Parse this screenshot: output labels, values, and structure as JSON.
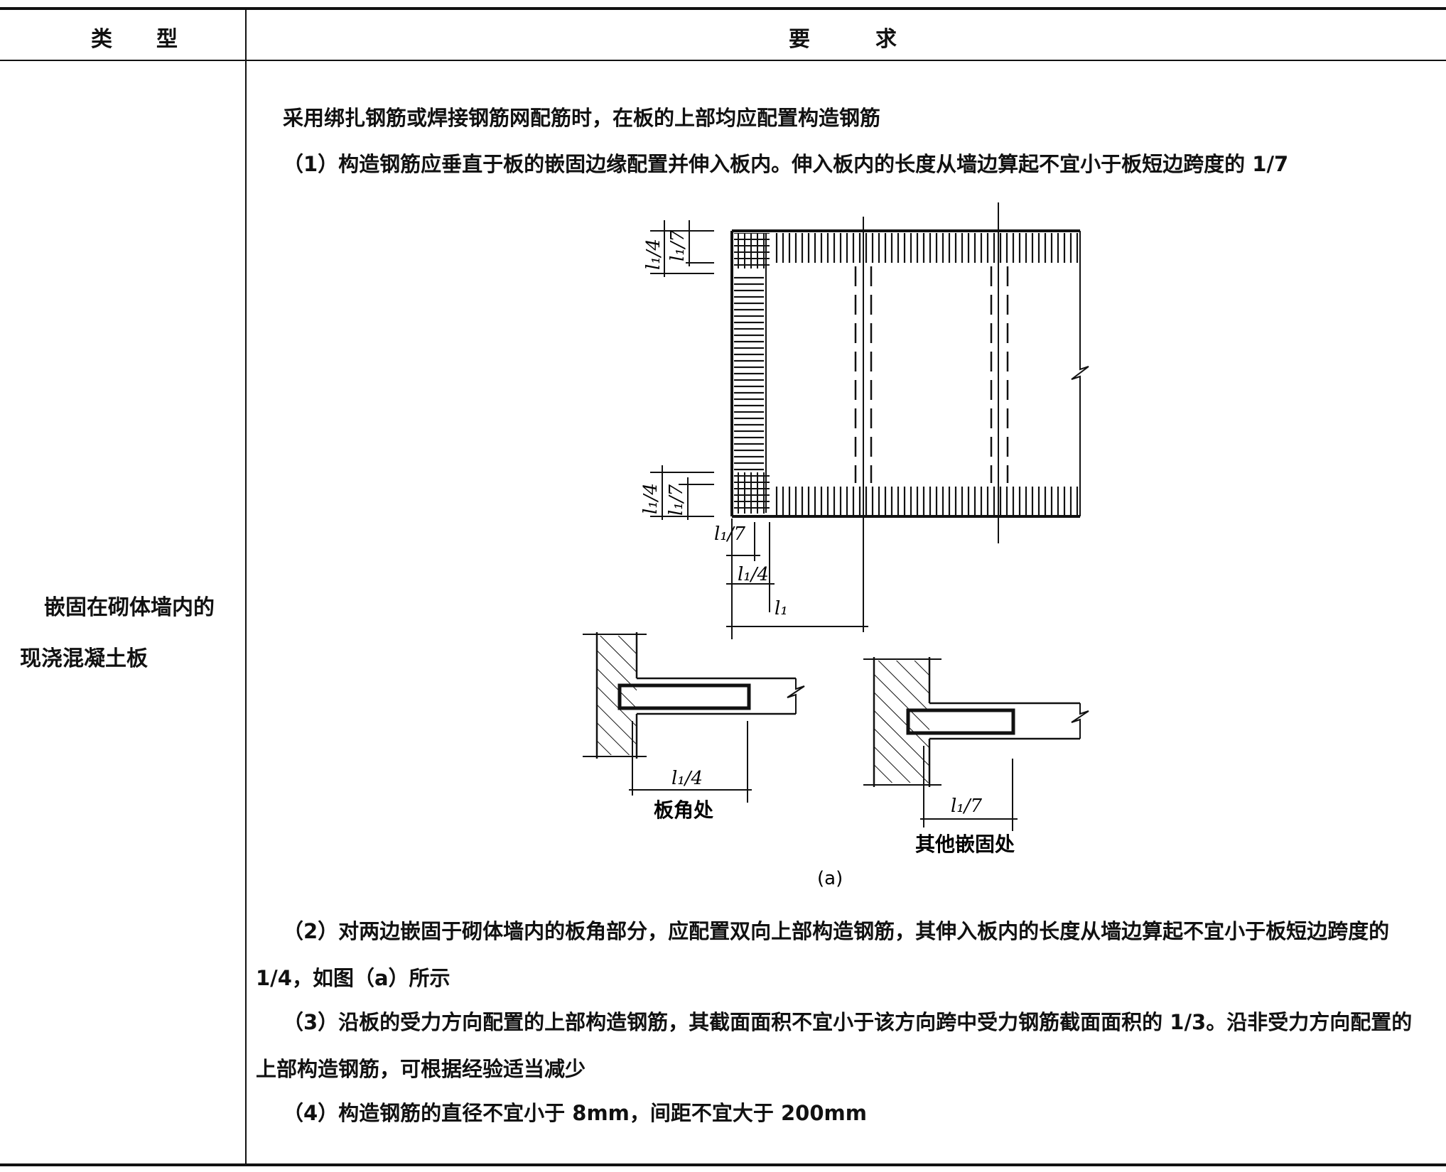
{
  "header": {
    "type_col": [
      "类",
      "型"
    ],
    "req_col": [
      "要",
      "求"
    ]
  },
  "row": {
    "type_lines": [
      "嵌固在砌体墙内的",
      "现浇混凝土板"
    ],
    "intro": "采用绑扎钢筋或焊接钢筋网配筋时，在板的上部均应配置构造钢筋",
    "item1": "（1）构造钢筋应垂直于板的嵌固边缘配置并伸入板内。伸入板内的长度从墙边算起不宜小于板短边跨度的 1/7",
    "figure": {
      "dim_l1_4": "l₁/4",
      "dim_l1_7": "l₁/7",
      "dim_l1": "l₁",
      "label_corner": "板角处",
      "label_other": "其他嵌固处",
      "caption": "(a)"
    },
    "item2": "（2）对两边嵌固于砌体墙内的板角部分，应配置双向上部构造钢筋，其伸入板内的长度从墙边算起不宜小于板短边跨度的 1/4，如图（a）所示",
    "item3": "（3）沿板的受力方向配置的上部构造钢筋，其截面面积不宜小于该方向跨中受力钢筋截面面积的 1/3。沿非受力方向配置的上部构造钢筋，可根据经验适当减少",
    "item4": "（4）构造钢筋的直径不宜小于 8mm，间距不宜大于 200mm"
  }
}
